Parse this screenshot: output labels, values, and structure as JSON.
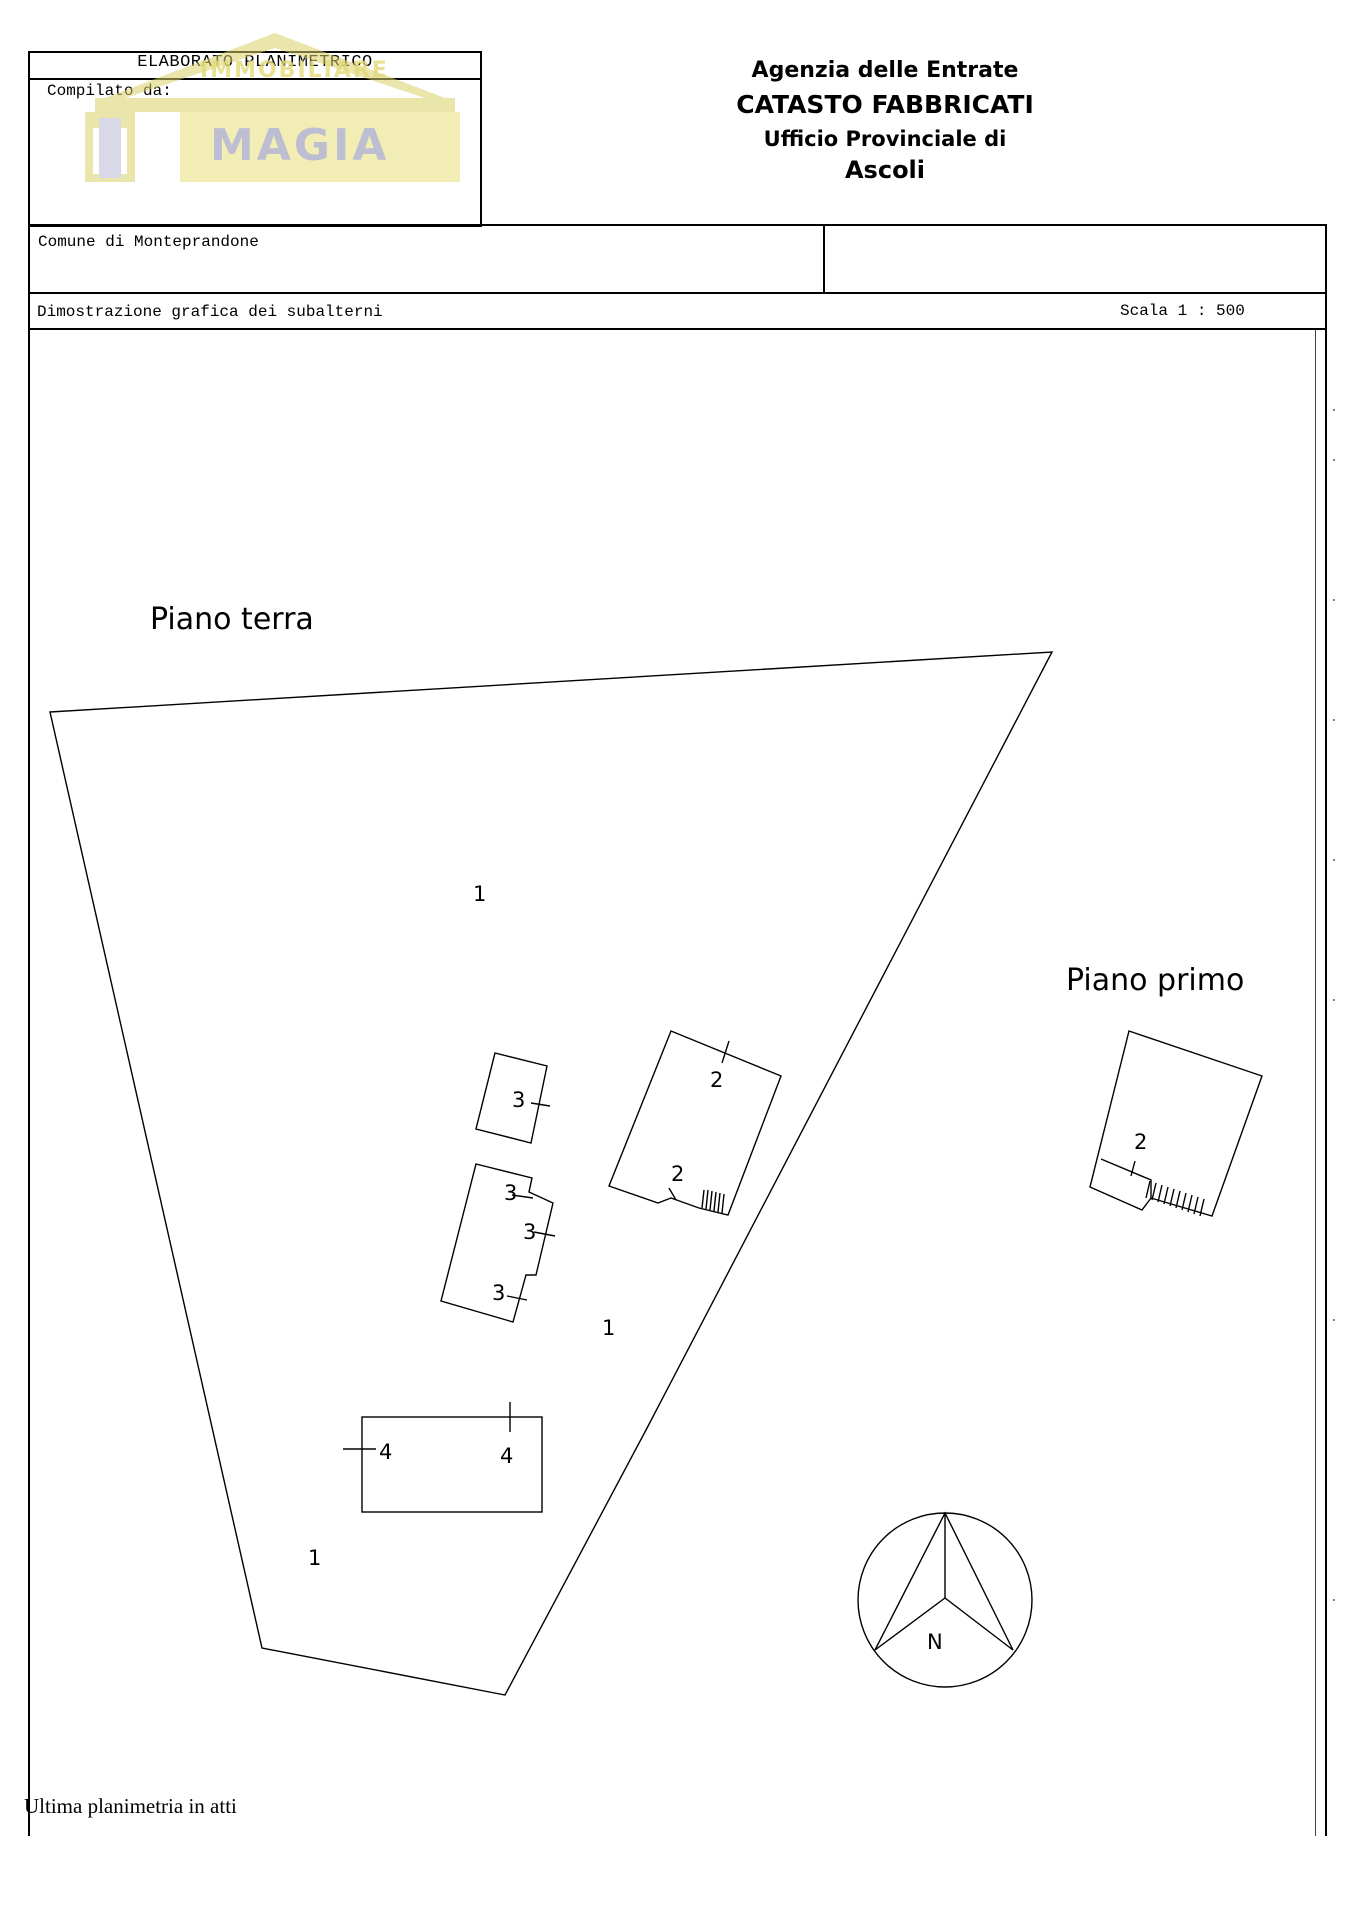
{
  "header": {
    "form_title": "ELABORATO PLANIMETRICO",
    "compiled_by_label": "Compilato da:",
    "agency_line1": "Agenzia delle Entrate",
    "agency_line2": "CATASTO FABBRICATI",
    "agency_line3": "Ufficio Provinciale di",
    "agency_line4": "Ascoli"
  },
  "watermark": {
    "top_text": "IMMOBILIARE",
    "brand": "MAGIA",
    "color": "#e8e07a"
  },
  "info": {
    "comune": "Comune di Monteprandone",
    "section_title": "Dimostrazione grafica dei subalterni",
    "scale": "Scala 1 : 500"
  },
  "plan": {
    "ground_floor_label": "Piano terra",
    "first_floor_label": "Piano primo",
    "subalterni": {
      "s1": "1",
      "s2": "2",
      "s3": "3",
      "s4": "4"
    },
    "north": "N"
  },
  "footer": {
    "note": "Ultima planimetria in atti"
  }
}
